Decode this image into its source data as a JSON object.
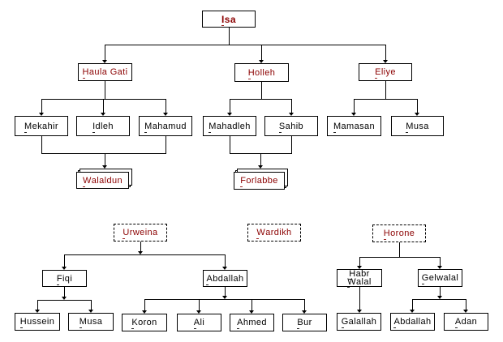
{
  "colors": {
    "accent": "#8b0000",
    "line": "#000000",
    "box_bg": "#ffffff",
    "box_border": "#000000",
    "text": "#000000",
    "background": "#ffffff"
  },
  "diagram": {
    "nodes": [
      {
        "label": "Isa",
        "style": "solid",
        "emphasis": "accent-bold"
      },
      {
        "label": "Haula Gati",
        "style": "solid",
        "emphasis": "accent"
      },
      {
        "label": "Holleh",
        "style": "solid",
        "emphasis": "accent"
      },
      {
        "label": "Eliye",
        "style": "solid",
        "emphasis": "accent"
      },
      {
        "label": "Mekahir",
        "style": "solid",
        "emphasis": "normal"
      },
      {
        "label": "Idleh",
        "style": "solid",
        "emphasis": "normal"
      },
      {
        "label": "Mahamud",
        "style": "solid",
        "emphasis": "normal"
      },
      {
        "label": "Mahadleh",
        "style": "solid",
        "emphasis": "normal"
      },
      {
        "label": "Sahib",
        "style": "solid",
        "emphasis": "normal"
      },
      {
        "label": "Mamasan",
        "style": "solid",
        "emphasis": "normal"
      },
      {
        "label": "Musa",
        "style": "solid",
        "emphasis": "normal"
      },
      {
        "label": "Walaldun",
        "style": "shadow3d",
        "emphasis": "accent"
      },
      {
        "label": "Forlabbe",
        "style": "shadow3d",
        "emphasis": "accent"
      },
      {
        "label": "Urweina",
        "style": "dashed",
        "emphasis": "accent"
      },
      {
        "label": "Wardikh",
        "style": "dashed",
        "emphasis": "accent"
      },
      {
        "label": "Horone",
        "style": "dashed",
        "emphasis": "accent"
      },
      {
        "label": "Fiqi",
        "style": "solid",
        "emphasis": "normal"
      },
      {
        "label": "Abdallah",
        "style": "solid",
        "emphasis": "normal"
      },
      {
        "label": "Habr\nWalal",
        "style": "solid",
        "emphasis": "normal"
      },
      {
        "label": "Gelwalal",
        "style": "solid",
        "emphasis": "normal"
      },
      {
        "label": "Hussein",
        "style": "solid",
        "emphasis": "normal"
      },
      {
        "label": "Musa",
        "style": "solid",
        "emphasis": "normal"
      },
      {
        "label": "Koron",
        "style": "solid",
        "emphasis": "normal"
      },
      {
        "label": "Ali",
        "style": "solid",
        "emphasis": "normal"
      },
      {
        "label": "Ahmed",
        "style": "solid",
        "emphasis": "normal"
      },
      {
        "label": "Bur",
        "style": "solid",
        "emphasis": "normal"
      },
      {
        "label": "Galallah",
        "style": "solid",
        "emphasis": "normal"
      },
      {
        "label": "Abdallah",
        "style": "solid",
        "emphasis": "normal"
      },
      {
        "label": "Adan",
        "style": "solid",
        "emphasis": "normal"
      }
    ],
    "relations": [
      {
        "from": [
          "Isa"
        ],
        "to": [
          "Haula Gati",
          "Holleh",
          "Eliye"
        ]
      },
      {
        "from": [
          "Haula Gati"
        ],
        "to": [
          "Mekahir",
          "Idleh",
          "Mahamud"
        ]
      },
      {
        "from": [
          "Mekahir",
          "Mahamud"
        ],
        "to": [
          "Walaldun"
        ]
      },
      {
        "from": [
          "Holleh"
        ],
        "to": [
          "Mahadleh",
          "Sahib"
        ]
      },
      {
        "from": [
          "Mahadleh",
          "Sahib"
        ],
        "to": [
          "Forlabbe"
        ]
      },
      {
        "from": [
          "Eliye"
        ],
        "to": [
          "Mamasan",
          "Musa"
        ]
      },
      {
        "from": [
          "Urweina"
        ],
        "to": [
          "Fiqi",
          "Abdallah"
        ]
      },
      {
        "from": [
          "Fiqi"
        ],
        "to": [
          "Hussein",
          "Musa"
        ]
      },
      {
        "from": [
          "Abdallah"
        ],
        "to": [
          "Koron",
          "Ali",
          "Ahmed",
          "Bur"
        ]
      },
      {
        "from": [
          "Horone"
        ],
        "to": [
          "Habr Walal",
          "Gelwalal"
        ]
      },
      {
        "from": [
          "Habr Walal"
        ],
        "to": [
          "Galallah"
        ]
      },
      {
        "from": [
          "Gelwalal"
        ],
        "to": [
          "Abdallah",
          "Adan"
        ]
      }
    ],
    "standalone": [
      "Wardikh"
    ]
  }
}
